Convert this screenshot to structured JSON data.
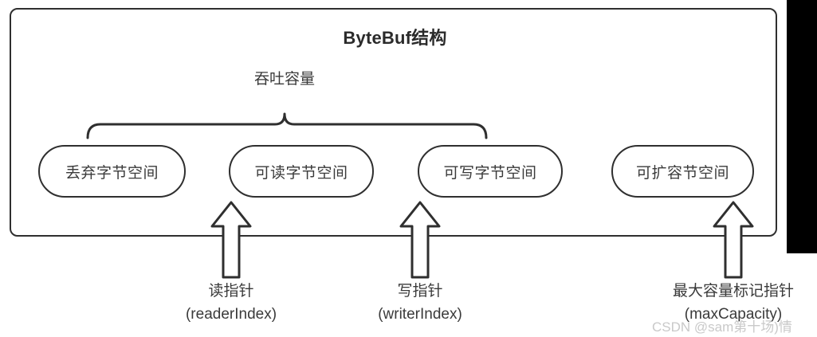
{
  "diagram": {
    "title": "ByteBuf结构",
    "throughput_label": "吞吐容量",
    "segments": [
      {
        "label": "丢弃字节空间"
      },
      {
        "label": "可读字节空间"
      },
      {
        "label": "可写字节空间"
      },
      {
        "label": "可扩容节空间"
      }
    ],
    "pointers": [
      {
        "cn": "读指针",
        "en": "(readerIndex)"
      },
      {
        "cn": "写指针",
        "en": "(writerIndex)"
      },
      {
        "cn": "最大容量标记指针",
        "en": "(maxCapacity)"
      }
    ],
    "watermark": "CSDN @sam第十场)情",
    "colors": {
      "stroke": "#2f2f2f",
      "text": "#3a3a3a",
      "background": "#ffffff",
      "watermark": "#c9c9c9",
      "band": "#000000"
    }
  }
}
